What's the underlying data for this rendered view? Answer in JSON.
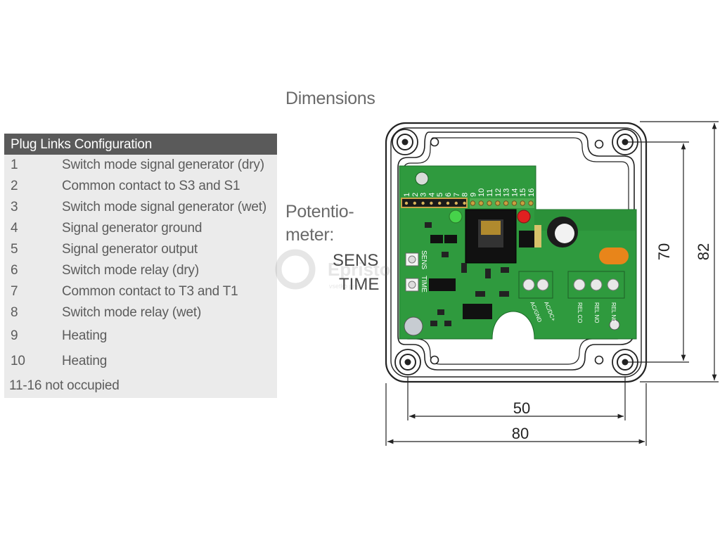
{
  "plug_links": {
    "title": "Plug Links Configuration",
    "rows": [
      {
        "num": "1",
        "desc": "Switch mode signal generator (dry)"
      },
      {
        "num": "2",
        "desc": "Common contact to S3 and S1"
      },
      {
        "num": "3",
        "desc": "Switch mode signal generator (wet)"
      },
      {
        "num": "4",
        "desc": "Signal generator ground"
      },
      {
        "num": "5",
        "desc": "Signal generator output"
      },
      {
        "num": "6",
        "desc": "Switch mode relay (dry)"
      },
      {
        "num": "7",
        "desc": "Common contact to T3 and T1"
      },
      {
        "num": "8",
        "desc": "Switch mode relay (wet)"
      },
      {
        "num": "9",
        "desc": "Heating"
      },
      {
        "num": "10",
        "desc": "Heating"
      }
    ],
    "note": "11-16 not occupied"
  },
  "dimensions": {
    "title": "Dimensions",
    "width_outer": "80",
    "width_inner": "50",
    "height_outer": "82",
    "height_inner": "70"
  },
  "potentiometer": {
    "label_line1": "Potentio-",
    "label_line2": "meter:",
    "sens": "SENS",
    "time": "TIME"
  },
  "pcb": {
    "pin_numbers": [
      "1",
      "2",
      "3",
      "4",
      "5",
      "6",
      "7",
      "8",
      "9",
      "10",
      "11",
      "12",
      "13",
      "14",
      "15",
      "16"
    ],
    "pot_labels": [
      "SENS",
      "TIME"
    ],
    "terminal_labels_left": [
      "AC/GND",
      "AC/DC+"
    ],
    "terminal_labels_right": [
      "REL CO",
      "REL NO",
      "REL NC"
    ]
  },
  "watermark": {
    "brand": "Epristo",
    "tagline": "vsetko pre ..."
  },
  "colors": {
    "header_bg": "#5a5a5a",
    "table_bg": "#ebebeb",
    "pcb_green": "#2f9a3e",
    "terminal_green": "#2f9a3e",
    "led_green": "#46d24a",
    "led_red": "#e02020",
    "capacitor_orange": "#e8851a"
  }
}
